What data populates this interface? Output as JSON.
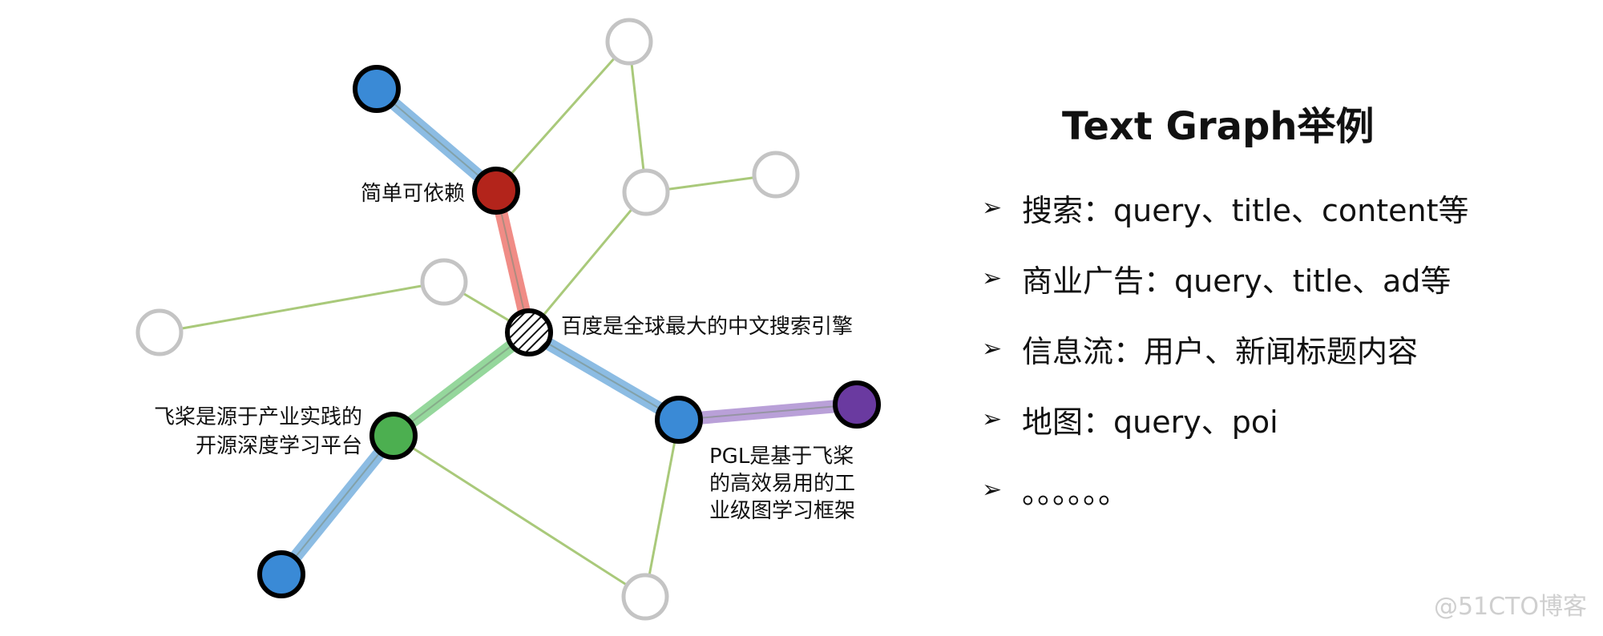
{
  "nodes": [
    {
      "id": "n_center",
      "kind": "hatched"
    },
    {
      "id": "n_red",
      "kind": "red",
      "label_lines": [
        "简单可依赖"
      ]
    },
    {
      "id": "n_blue_top",
      "kind": "blue"
    },
    {
      "id": "n_green",
      "kind": "green",
      "label_lines": [
        "飞桨是源于产业实践的",
        "开源深度学习平台"
      ]
    },
    {
      "id": "n_blue_bottom",
      "kind": "blue"
    },
    {
      "id": "n_blue_right",
      "kind": "blue",
      "label_lines": [
        "PGL是基于飞桨",
        "的高效易用的工",
        "业级图学习框架"
      ]
    },
    {
      "id": "n_purple",
      "kind": "purple"
    },
    {
      "id": "g_top",
      "kind": "empty"
    },
    {
      "id": "g_mid",
      "kind": "empty"
    },
    {
      "id": "g_right",
      "kind": "empty"
    },
    {
      "id": "g_center_left",
      "kind": "empty"
    },
    {
      "id": "g_left",
      "kind": "empty"
    },
    {
      "id": "g_bottom",
      "kind": "empty"
    }
  ],
  "center_label": "百度是全球最大的中文搜索引擎",
  "edges": [
    {
      "from": "n_blue_top",
      "to": "n_red",
      "style": "blue-thick"
    },
    {
      "from": "n_red",
      "to": "n_center",
      "style": "red-thick"
    },
    {
      "from": "n_center",
      "to": "n_green",
      "style": "green-thick"
    },
    {
      "from": "n_green",
      "to": "n_blue_bottom",
      "style": "blue-thick"
    },
    {
      "from": "n_center",
      "to": "n_blue_right",
      "style": "blue-thick"
    },
    {
      "from": "n_blue_right",
      "to": "n_purple",
      "style": "purple-thick"
    },
    {
      "from": "n_red",
      "to": "g_top",
      "style": "thin"
    },
    {
      "from": "g_top",
      "to": "g_mid",
      "style": "thin"
    },
    {
      "from": "g_mid",
      "to": "g_right",
      "style": "thin"
    },
    {
      "from": "g_mid",
      "to": "n_center",
      "style": "thin"
    },
    {
      "from": "g_left",
      "to": "g_center_left",
      "style": "thin"
    },
    {
      "from": "g_center_left",
      "to": "n_center",
      "style": "thin"
    },
    {
      "from": "n_green",
      "to": "g_bottom",
      "style": "thin"
    },
    {
      "from": "g_bottom",
      "to": "n_blue_right",
      "style": "thin"
    }
  ],
  "colors": {
    "blue": "#3a8ad6",
    "red": "#b3241b",
    "green": "#4caf50",
    "purple": "#6a3aa0",
    "empty_stroke": "#c4c4c4",
    "thin_edge": "#a9c97a",
    "blue_edge": "#8cbce3",
    "red_edge": "#f08c86",
    "green_edge": "#95d79c",
    "purple_edge": "#b9a0d8"
  },
  "panel": {
    "title": "Text Graph举例",
    "bullet_symbol": "➢",
    "items": [
      "搜索：query、title、content等",
      "商业广告：query、title、ad等",
      "信息流：用户、新闻标题内容",
      "地图：query、poi",
      "。。。。。。"
    ]
  },
  "watermark": "@51CTO博客"
}
